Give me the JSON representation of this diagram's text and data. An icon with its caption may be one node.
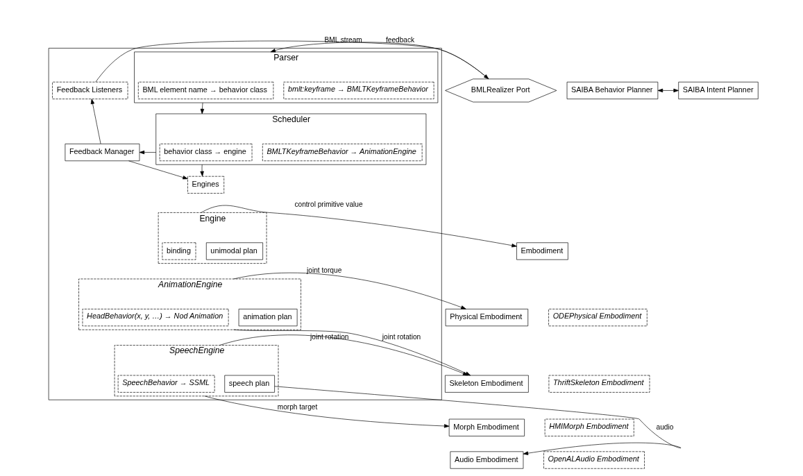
{
  "diagram": {
    "nodes": [
      {
        "text": [],
        "shape": "box"
      },
      {
        "text": [
          "Parser"
        ],
        "in": 0
      },
      {
        "text": [
          "BML element name → behavior class"
        ],
        "in": 1
      },
      {
        "text": [
          "bmlt:keyframe → BMLTKeyframeBehavior"
        ],
        "in": 1
      },
      {
        "text": [
          "Scheduler"
        ],
        "in": 0
      },
      {
        "text": [
          "behavior class → engine"
        ],
        "in": 4
      },
      {
        "text": [
          "BMLTKeyframeBehavior → AnimationEngine"
        ],
        "in": 4
      },
      {
        "text": [
          "Feedback Manager"
        ],
        "in": 0
      },
      {
        "text": [
          "Feedback Listeners"
        ],
        "in": 0
      },
      {
        "text": [
          "Engines"
        ],
        "in": 0
      },
      {
        "text": [
          "Engine"
        ],
        "in": 0
      },
      {
        "text": [
          "binding"
        ],
        "in": 10
      },
      {
        "text": [
          "unimodal plan"
        ],
        "in": 10
      },
      {
        "text": [
          "AnimationEngine"
        ],
        "in": 0
      },
      {
        "text": [
          "HeadBehavior(x, y, …) → Nod Animation"
        ],
        "in": 13
      },
      {
        "text": [
          "animation plan"
        ],
        "in": 13
      },
      {
        "text": [
          "SpeechEngine"
        ],
        "in": 0
      },
      {
        "text": [
          "SpeechBehavior → SSML"
        ],
        "in": 16
      },
      {
        "text": [
          "speech plan"
        ],
        "in": 16
      },
      {
        "text": [
          "BMLRealizer Port"
        ]
      },
      {
        "text": [
          "SAIBA Behavior Planner"
        ]
      },
      {
        "text": [
          "SAIBA Intent Planner"
        ]
      },
      {
        "text": [
          "Embodiment"
        ]
      },
      {
        "text": [
          "Physical Embodiment"
        ]
      },
      {
        "text": [
          "Skeleton Embodiment"
        ]
      },
      {
        "text": [
          "Morph Embodiment"
        ]
      },
      {
        "text": [
          "Audio Embodiment"
        ]
      },
      {
        "text": [
          "ODEPhysical Embodiment"
        ]
      },
      {
        "text": [
          "ThriftSkeleton Embodiment"
        ]
      },
      {
        "text": [
          "HMIMorph Embodiment"
        ]
      },
      {
        "text": [
          "OpenALAudio Embodiment"
        ]
      }
    ],
    "edges": [
      {
        "from": 19,
        "to": 1,
        "arrow": "to",
        "label": "BML stream"
      },
      {
        "from": 8,
        "to": 19,
        "arrow": "to",
        "label": "feedback"
      },
      {
        "from": 20,
        "to": 21,
        "arrow": "both"
      },
      {
        "from": 1,
        "to": 4,
        "arrow": "to"
      },
      {
        "from": 4,
        "to": 7,
        "arrow": "to"
      },
      {
        "from": 7,
        "to": 8,
        "arrow": "to"
      },
      {
        "from": 4,
        "to": 9,
        "arrow": "to"
      },
      {
        "from": 7,
        "to": 9,
        "arrow": "to"
      },
      {
        "from": 10,
        "to": 22,
        "arrow": "to",
        "label": "control primitive value"
      },
      {
        "from": 13,
        "to": 23,
        "arrow": "to",
        "label": "joint torque"
      },
      {
        "from": 13,
        "to": 24,
        "arrow": "to",
        "label": "joint rotation"
      },
      {
        "from": 16,
        "to": 24,
        "arrow": "to",
        "label": "joint rotation"
      },
      {
        "from": 16,
        "to": 25,
        "arrow": "to",
        "label": "morph target"
      },
      {
        "from": 18,
        "to": 26,
        "arrow": "to",
        "label": "audio"
      }
    ]
  }
}
